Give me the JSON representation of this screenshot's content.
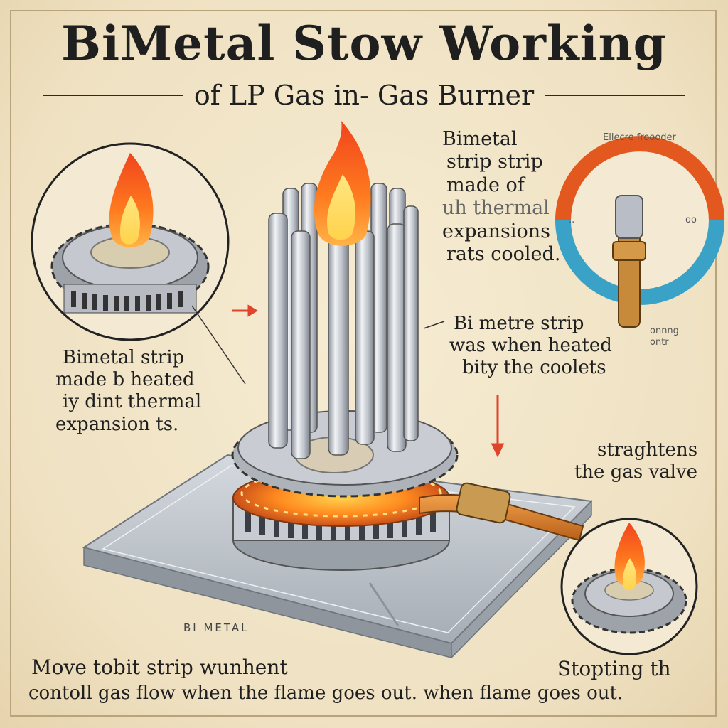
{
  "title": "BiMetal Stow Working",
  "subtitle": "of LP Gas in- Gas Burner",
  "labels": {
    "top_right": [
      "Bimetal",
      "strip strip",
      "made of",
      "uh thermal",
      "expansions",
      "rats cooled."
    ],
    "mid_right": [
      "Bi metre strip",
      "was when heated",
      "bity the coolets"
    ],
    "left": [
      "Bimetal strip",
      "made b heated",
      "iy dint thermal",
      "expansion ts."
    ],
    "right_lower": [
      "straghtens",
      "the gas valve"
    ],
    "gauge_caption": "Ellecre froooder",
    "gauge_side": [
      "onnng",
      "ontr"
    ],
    "gauge_left_mark": "..",
    "gauge_right_mark": "oo",
    "base_label": "BI METAL",
    "bottom_left_1": "Move tobit strip wunhent",
    "bottom_left_2": "contoll gas flow when the flame goes out. when flame goes out.",
    "bottom_right": "Stopting th"
  },
  "colors": {
    "background": "#f1e5c8",
    "flame_outer": "#f0441c",
    "flame_inner": "#ffd34d",
    "metal": "#b9bec6",
    "copper": "#e07b2a",
    "arrow_red": "#e0452b"
  },
  "icons": [
    "flame-icon",
    "gear-icon",
    "gauge-icon",
    "arrow-icon"
  ]
}
